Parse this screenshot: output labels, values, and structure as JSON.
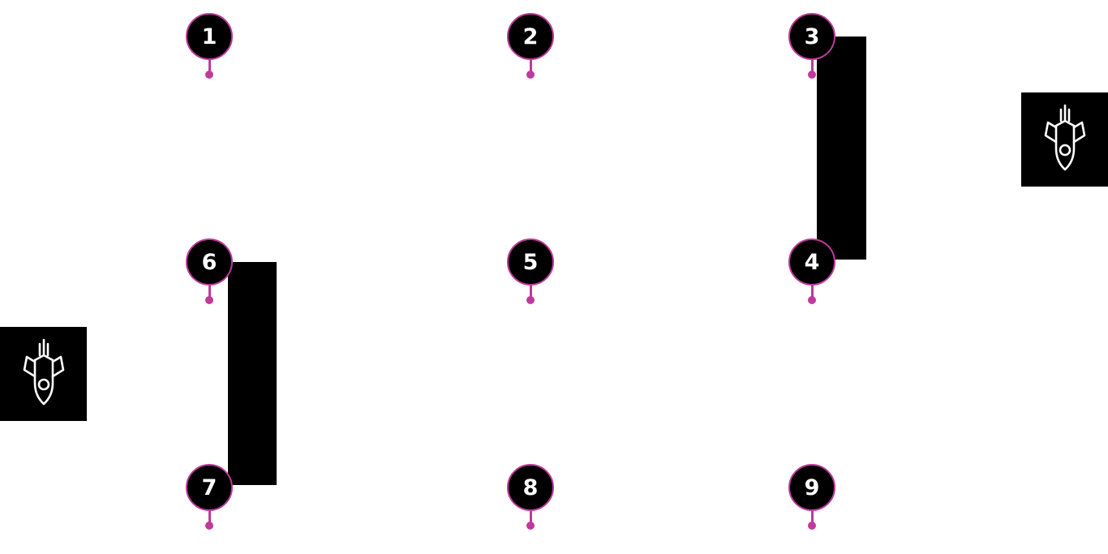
{
  "colors": {
    "accent": "#c0399b",
    "node_fill": "#000000",
    "node_text": "#ffffff",
    "background": "#ffffff"
  },
  "icons": {
    "rocket_right": "rocket-icon",
    "rocket_left": "rocket-icon"
  },
  "nodes": [
    {
      "label": "1"
    },
    {
      "label": "2"
    },
    {
      "label": "3"
    },
    {
      "label": "4"
    },
    {
      "label": "5"
    },
    {
      "label": "6"
    },
    {
      "label": "7"
    },
    {
      "label": "8"
    },
    {
      "label": "9"
    }
  ]
}
